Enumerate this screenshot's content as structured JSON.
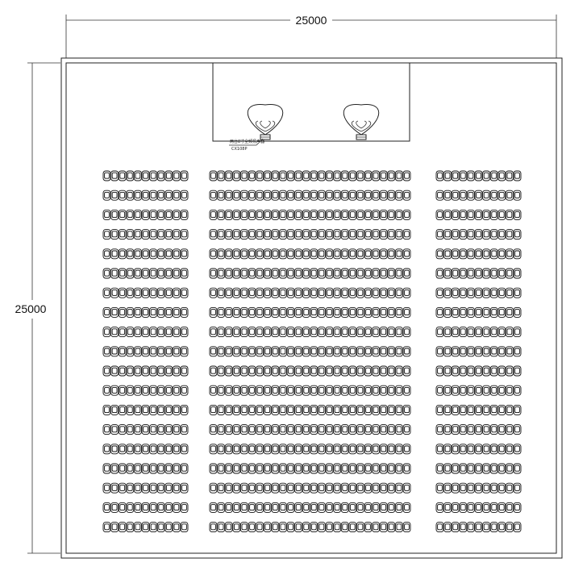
{
  "dimensions": {
    "width_label": "25000",
    "height_label": "25000"
  },
  "stage": {
    "speaker_label_line1": "两台8寸全频扬声器",
    "speaker_label_line2": "CX108P"
  },
  "seating": {
    "rows": 19,
    "blocks": [
      {
        "name": "left",
        "seats_per_row": 11
      },
      {
        "name": "center",
        "seats_per_row": 26
      },
      {
        "name": "right",
        "seats_per_row": 11
      }
    ]
  }
}
